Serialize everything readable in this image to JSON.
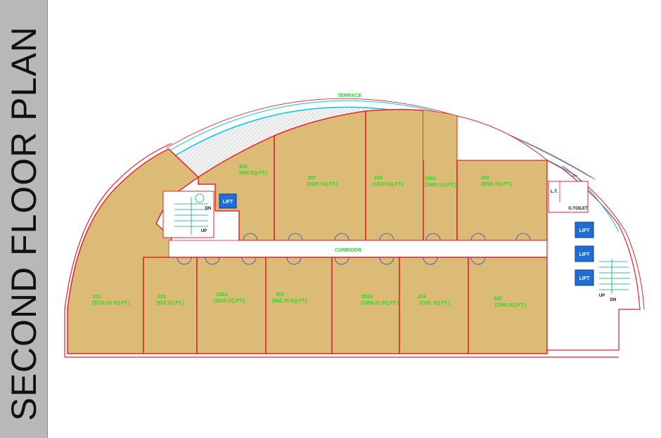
{
  "title": "SECOND FLOOR PLAN",
  "terrace_label": "TERRACE",
  "corridor_label": "CORRIDOR",
  "lift_label": "LIFT",
  "toilet_label": "G.TOILET",
  "lt_label": "L.T.",
  "up_label": "UP",
  "dn_label": "DN",
  "rooms": [
    {
      "id": "201",
      "area": "(3716.53 SQ.FT.)"
    },
    {
      "id": "202",
      "area": "(910 SQ.FT.)"
    },
    {
      "id": "202A",
      "area": "(1010 SQ.FT.)"
    },
    {
      "id": "203",
      "area": "(962.76 SQ.FT.)"
    },
    {
      "id": "203A",
      "area": "(1059.21 SQ.FT.)"
    },
    {
      "id": "204",
      "area": "(1191 SQ.FT.)"
    },
    {
      "id": "205",
      "area": "(1560 SQ.FT.)"
    },
    {
      "id": "206",
      "area": "(865 SQ.FT.)"
    },
    {
      "id": "207",
      "area": "(2320 SQ.FT.)"
    },
    {
      "id": "208",
      "area": "(1632 SQ.FT.)"
    },
    {
      "id": "208A",
      "area": "(1000 SQ.FT.)"
    },
    {
      "id": "209",
      "area": "(2080 SQ.FT.)"
    }
  ],
  "colors": {
    "room_fill": "#dcbb77",
    "wall": "#e8202a",
    "label": "#22dd22",
    "lift": "#1d6fd6",
    "terrace": "#00c8e8",
    "banner": "#b8b8b8"
  }
}
